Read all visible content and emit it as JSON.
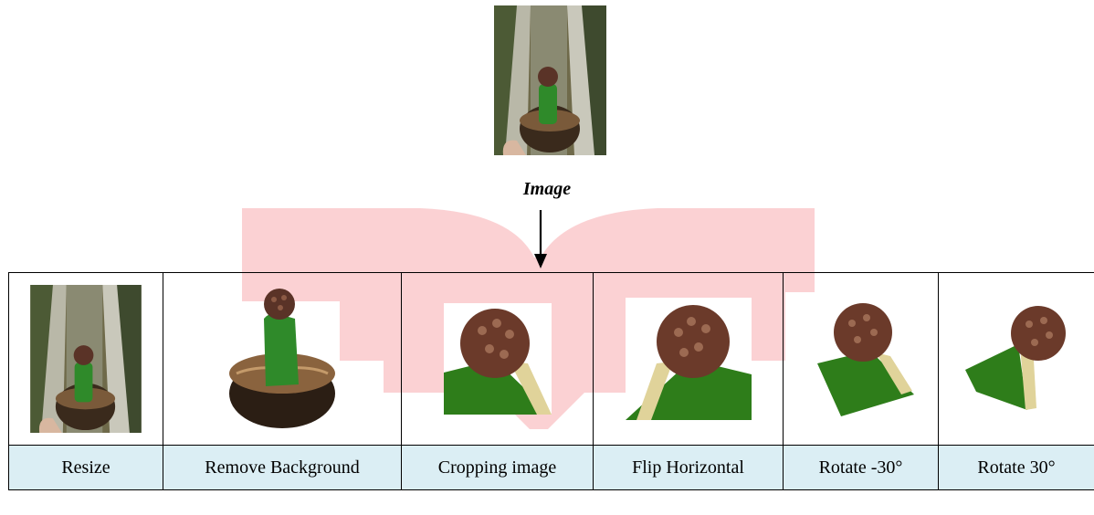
{
  "input": {
    "label": "Image"
  },
  "steps": [
    {
      "label": "Resize"
    },
    {
      "label": "Remove Background"
    },
    {
      "label": "Cropping image"
    },
    {
      "label": "Flip Horizontal"
    },
    {
      "label": "Rotate -30°"
    },
    {
      "label": "Rotate 30°"
    }
  ],
  "colors": {
    "watermark": "#f9c2c4",
    "label_fill": "#dbeef4",
    "plant_green": "#2e7d1a",
    "cactus_head": "#6b3a2a"
  }
}
